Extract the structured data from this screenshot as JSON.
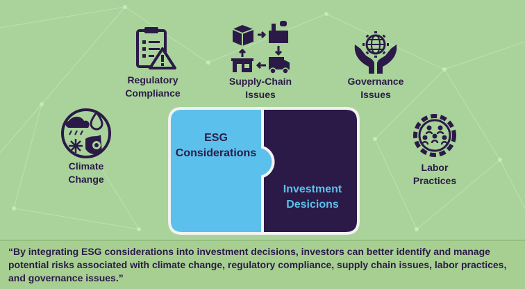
{
  "topics": {
    "regulatory": {
      "line1": "Regulatory",
      "line2": "Compliance",
      "icon": "clipboard-warning-icon"
    },
    "supply_chain": {
      "line1": "Supply-Chain",
      "line2": "Issues",
      "icon": "supply-chain-icon"
    },
    "governance": {
      "line1": "Governance",
      "line2": "Issues",
      "icon": "hands-globe-icon"
    },
    "climate": {
      "line1": "Climate",
      "line2": "Change",
      "icon": "climate-weather-icon"
    },
    "labor": {
      "line1": "Labor",
      "line2": "Practices",
      "icon": "people-gear-icon"
    }
  },
  "puzzle": {
    "left": {
      "line1": "ESG",
      "line2": "Considerations"
    },
    "right": {
      "line1": "Investment",
      "line2": "Desicions"
    }
  },
  "quote": "“By integrating ESG considerations into investment decisions, investors can better identify and manage potential risks associated with climate change, regulatory compliance, supply chain issues, labor practices, and governance issues.”",
  "colors": {
    "background": "#a9d39a",
    "dark_purple": "#2b1a47",
    "light_blue": "#5bc0eb",
    "puzzle_border": "#f2f2f2"
  }
}
